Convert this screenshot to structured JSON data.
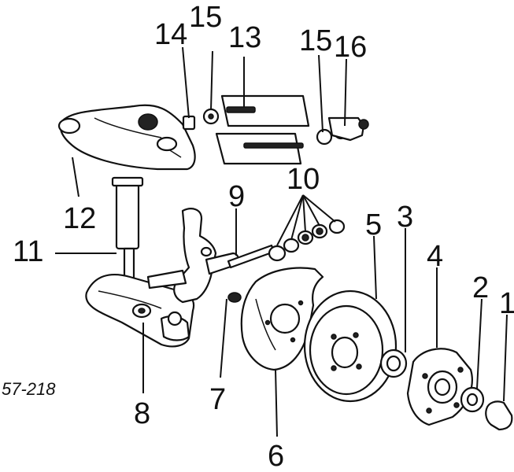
{
  "figure_code": "57-218",
  "callouts": {
    "c1": "1",
    "c2": "2",
    "c3": "3",
    "c4": "4",
    "c5": "5",
    "c6": "6",
    "c7": "7",
    "c8": "8",
    "c9": "9",
    "c10": "10",
    "c11": "11",
    "c12": "12",
    "c13": "13",
    "c14": "14",
    "c15a": "15",
    "c15b": "15",
    "c16": "16"
  }
}
